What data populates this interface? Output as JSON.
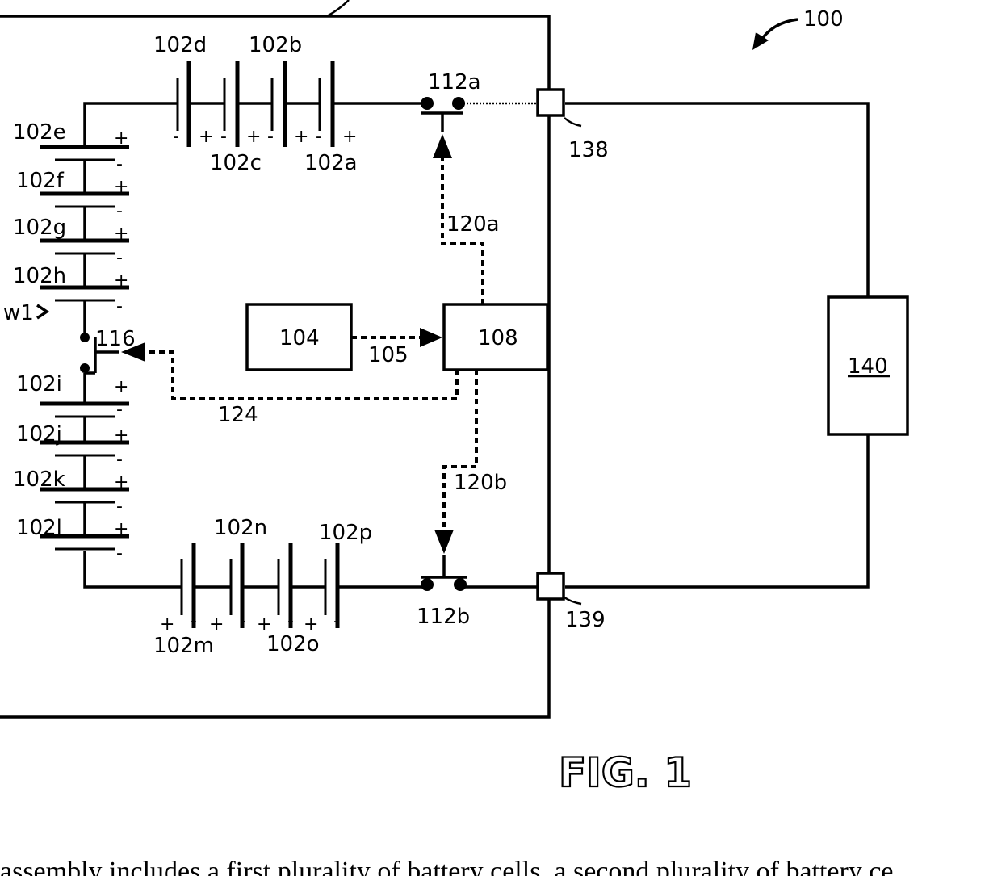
{
  "figure": {
    "ref_100": "100",
    "title": "FIG. 1"
  },
  "cells_top": {
    "d": "102d",
    "b": "102b",
    "c": "102c",
    "a": "102a"
  },
  "cells_left_upper": {
    "e": "102e",
    "f": "102f",
    "g": "102g",
    "h": "102h"
  },
  "cells_left_lower": {
    "i": "102i",
    "j": "102j",
    "k": "102k",
    "l": "102l"
  },
  "cells_bottom": {
    "n": "102n",
    "p": "102p",
    "m": "102m",
    "o": "102o"
  },
  "components": {
    "controller": "104",
    "switch_controller": "108",
    "load": "140",
    "switch_mid": "116",
    "switch_top": "112a",
    "switch_bottom": "112b",
    "terminal_top": "138",
    "terminal_bottom": "139",
    "w1_label": "w1"
  },
  "signals": {
    "s105": "105",
    "s120a": "120a",
    "s120b": "120b",
    "s124": "124"
  },
  "polarity": {
    "plus": "+",
    "minus": "-"
  },
  "paragraph": {
    "text": "assembly includes a first plurality of battery cells, a second plurality of battery ce"
  }
}
